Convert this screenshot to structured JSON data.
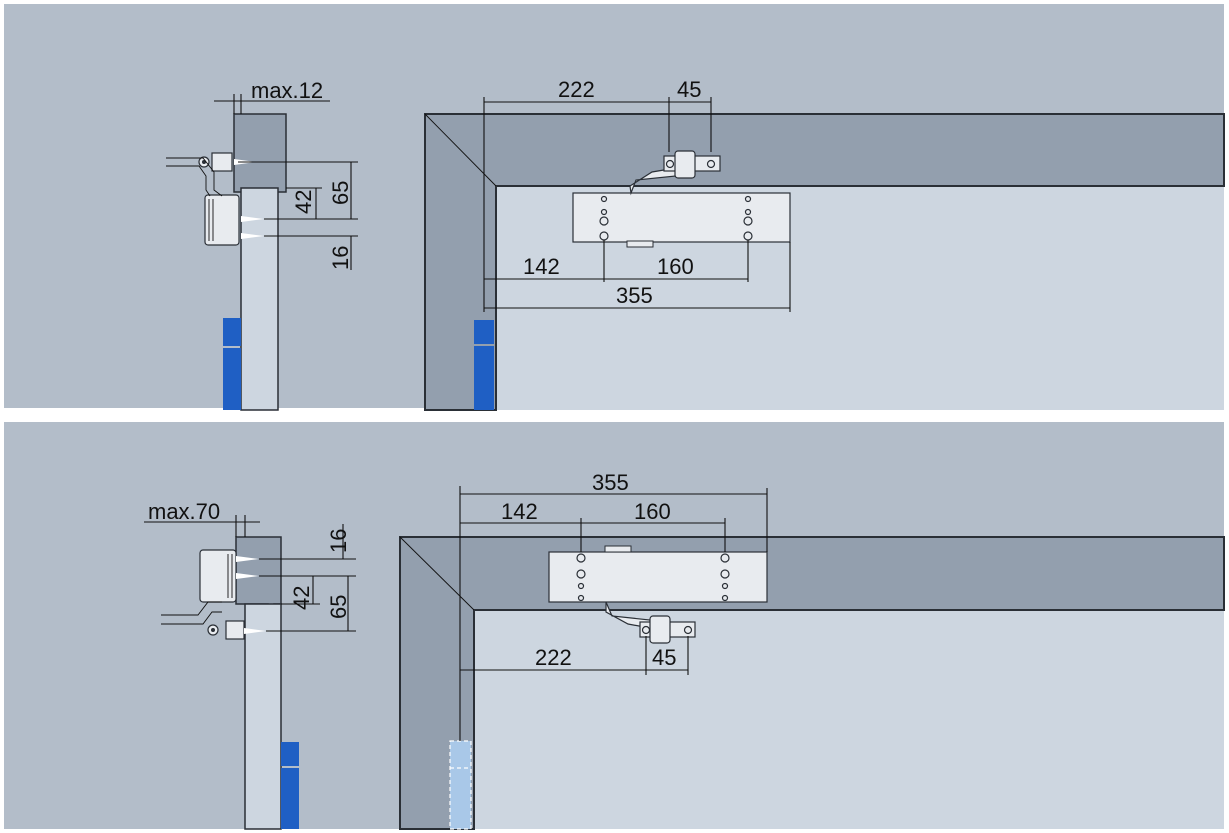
{
  "colors": {
    "background": "#b3bdc9",
    "wall": "#939fae",
    "reveal": "#8693a2",
    "door_leaf": "#cdd6e0",
    "hinge_solid": "#1f5fc4",
    "hinge_ghost": "#a9c8e8",
    "hardware": "#e8ebef",
    "outline": "#2a2f36"
  },
  "top_view": {
    "section": {
      "offset_label": "max.12",
      "vertical_dims": [
        "65",
        "42",
        "16"
      ]
    },
    "elevation": {
      "arm_offset": "222",
      "shoe_width": "45",
      "body_offset": "142",
      "hole_spacing": "160",
      "body_length": "355"
    }
  },
  "bottom_view": {
    "section": {
      "offset_label": "max.70",
      "vertical_dims": [
        "16",
        "42",
        "65"
      ]
    },
    "elevation": {
      "total_length": "355",
      "body_offset": "142",
      "hole_spacing": "160",
      "arm_offset": "222",
      "shoe_width": "45"
    }
  }
}
